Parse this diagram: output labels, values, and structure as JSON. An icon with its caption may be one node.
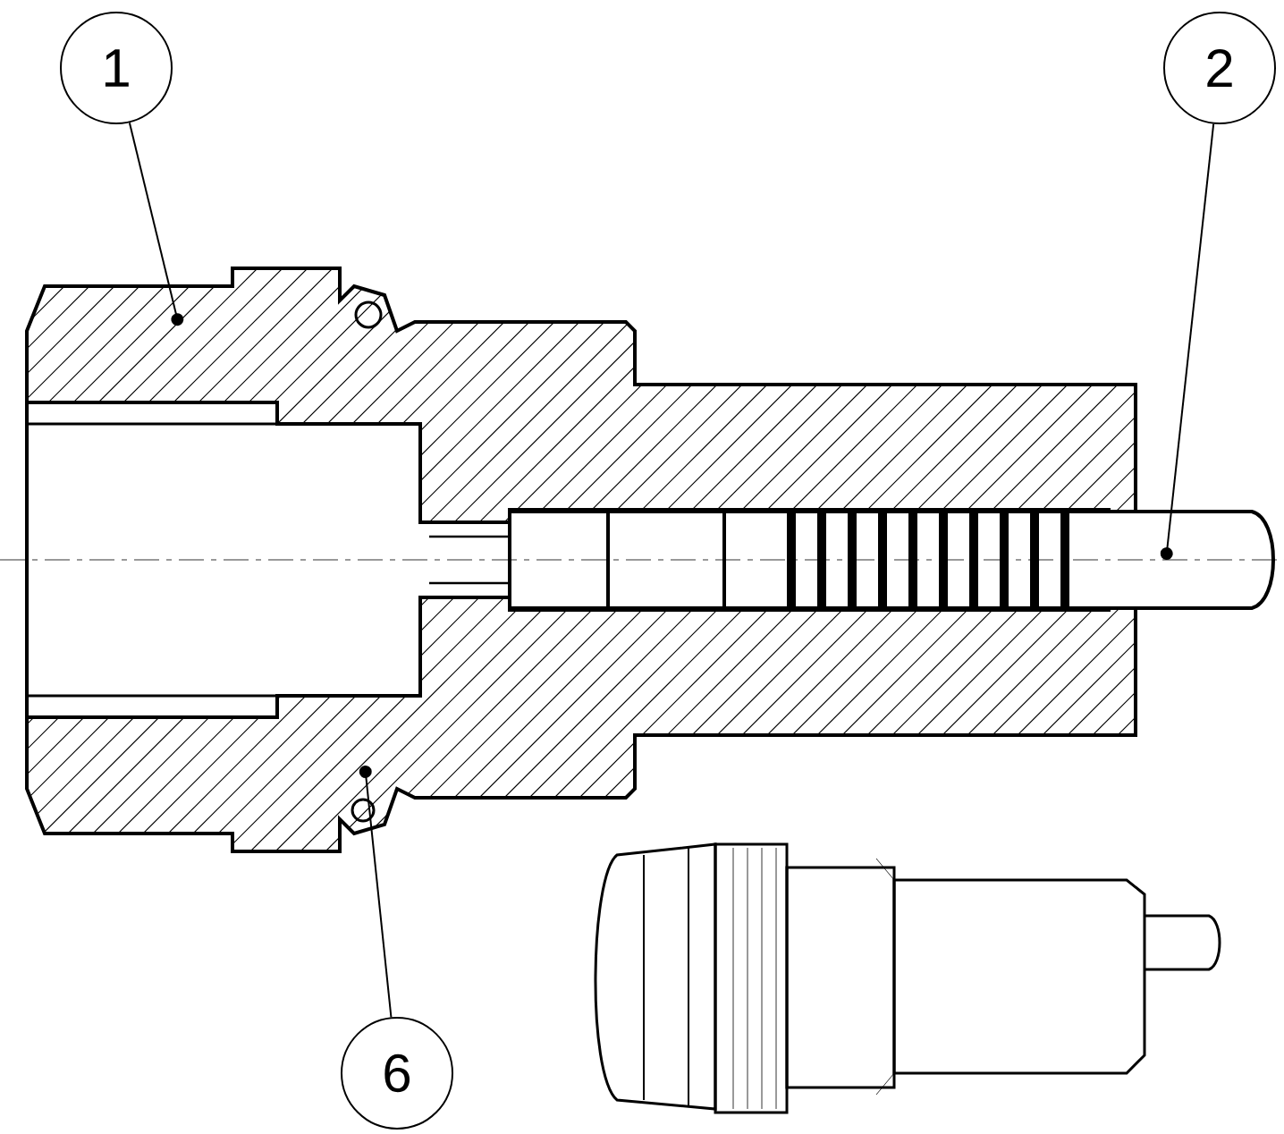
{
  "diagram": {
    "nodes": [
      {
        "text": [
          "1"
        ]
      },
      {
        "text": [
          "2"
        ]
      },
      {
        "text": [
          "6"
        ]
      }
    ],
    "edges": [
      {
        "from": 0,
        "to": null,
        "arrow": "to"
      },
      {
        "from": 1,
        "to": null,
        "arrow": "to"
      },
      {
        "from": 2,
        "to": null,
        "arrow": "to"
      }
    ]
  }
}
